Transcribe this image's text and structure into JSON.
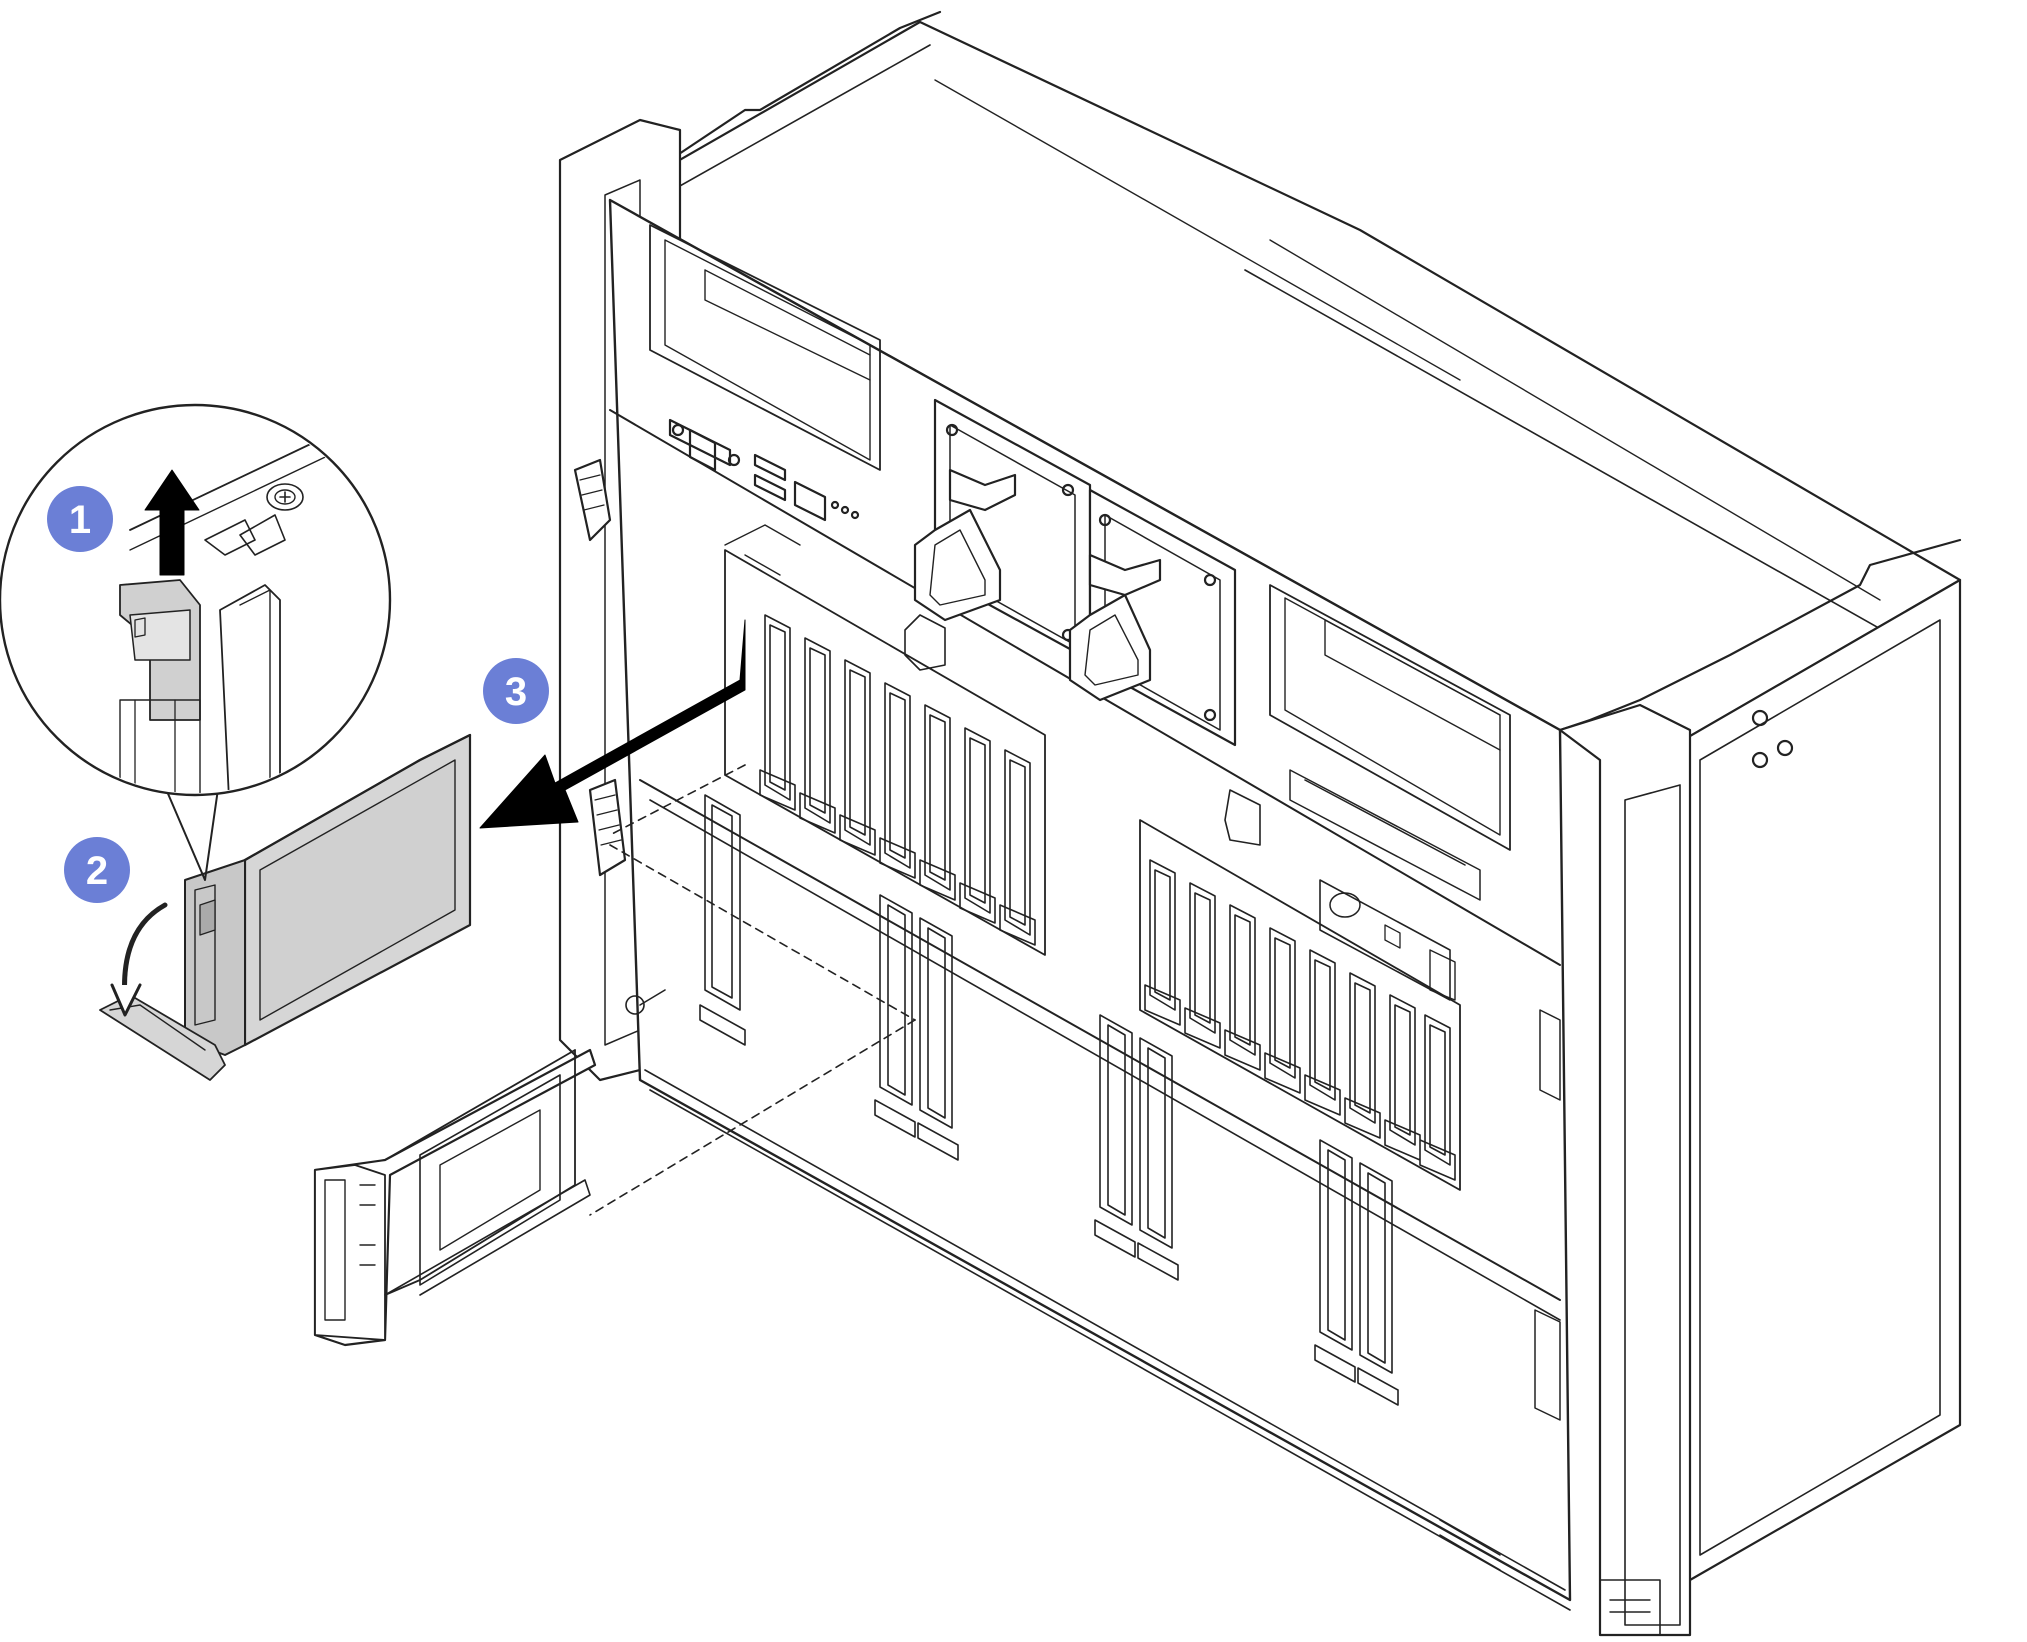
{
  "steps": [
    {
      "number": "1",
      "action": "lift-release-latch",
      "color": "#6b7fd6"
    },
    {
      "number": "2",
      "action": "rotate-handle-open",
      "color": "#6b7fd6"
    },
    {
      "number": "3",
      "action": "slide-drive-out",
      "color": "#6b7fd6"
    }
  ],
  "colors": {
    "line": "#222222",
    "drive_body": "#d6d6d6",
    "callout": "#6b7fd6",
    "arrow": "#000000"
  },
  "icons": {
    "magnify_callout": "magnified-detail-circle",
    "latch": "release-latch-icon",
    "screw": "screw-icon"
  }
}
